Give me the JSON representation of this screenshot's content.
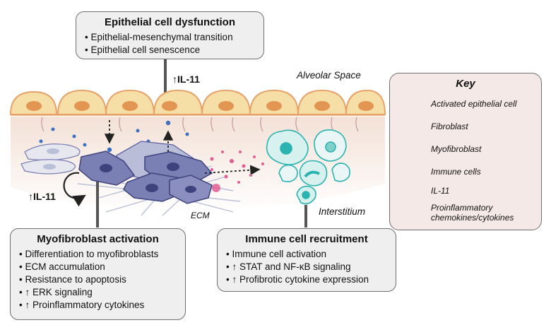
{
  "epithelial_box": {
    "title": "Epithelial cell dysfunction",
    "items": [
      "Epithelial-mesenchymal transition",
      "Epithelial cell senescence"
    ]
  },
  "myofibroblast_box": {
    "title": "Myofibroblast activation",
    "items": [
      "Differentiation to myofibroblasts",
      "ECM accumulation",
      "Resistance to apoptosis",
      "↑ ERK signaling",
      "↑ Proinflammatory cytokines"
    ]
  },
  "immune_box": {
    "title": "Immune cell recruitment",
    "items": [
      "Immune cell activation",
      "↑ STAT and NF-κB signaling",
      "↑ Profibrotic cytokine expression"
    ]
  },
  "labels": {
    "il11_top": "↑IL-11",
    "il11_left": "↑IL-11",
    "alveolar_space": "Alveolar Space",
    "interstitium": "Interstitium",
    "ecm": "ECM"
  },
  "key": {
    "title": "Key",
    "items": [
      {
        "label": "Activated epithelial cell",
        "icon": "epithelial-cell-icon"
      },
      {
        "label": "Fibroblast",
        "icon": "fibroblast-icon"
      },
      {
        "label": "Myofibroblast",
        "icon": "myofibroblast-icon"
      },
      {
        "label": "Immune cells",
        "icon": "immune-cells-icon"
      },
      {
        "label": "IL-11",
        "icon": "il11-dot-icon"
      },
      {
        "label": "Proinflammatory chemokines/cytokines",
        "icon": "cytokine-dot-icon"
      }
    ]
  },
  "colors": {
    "epithelial_fill": "#f6dfa6",
    "epithelial_stroke": "#e7a26a",
    "nucleus": "#e39552",
    "fibroblast_fill": "#e6e7ef",
    "myofibroblast_fill": "#7b80b4",
    "immune_stroke": "#2bb3b1",
    "il11": "#3b6fc4",
    "cytokine": "#e25d93",
    "key_bg": "#f4e9e6"
  }
}
